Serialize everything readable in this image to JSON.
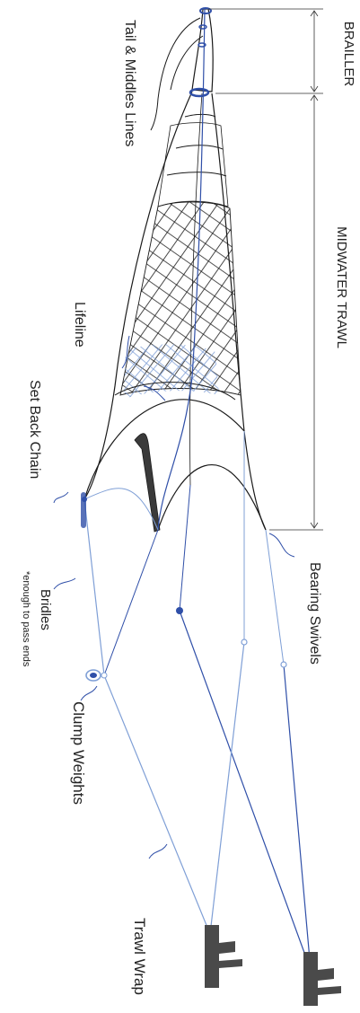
{
  "labels": {
    "brailler": "BRAILLER",
    "midwater_trawl": "MIDWATER TRAWL",
    "tail_middles": "Tail & Middles Lines",
    "lifeline": "Lifeline",
    "set_back_chain": "Set Back Chain",
    "bearing_swivels": "Bearing Swivels",
    "bridles": "Bridles",
    "bridles_note": "*enough to pass ends",
    "clump_weights": "Clump Weights",
    "trawl_wrap": "Trawl Wrap"
  },
  "colors": {
    "net_line": "#1a1a1a",
    "rigging_dark": "#2f4fa8",
    "rigging_light": "#7f9fd6",
    "vessel": "#4a4a4a",
    "dimension": "#333333"
  },
  "icons": [
    "vessel-icon",
    "clump-weight-icon",
    "swivel-icon",
    "chain-icon"
  ]
}
